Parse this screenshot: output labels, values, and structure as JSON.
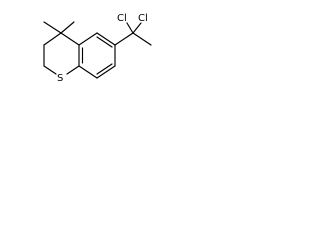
{
  "molecule": {
    "atoms": {
      "cl_left": "Cl",
      "cl_right": "Cl",
      "sulfur": "S"
    }
  }
}
